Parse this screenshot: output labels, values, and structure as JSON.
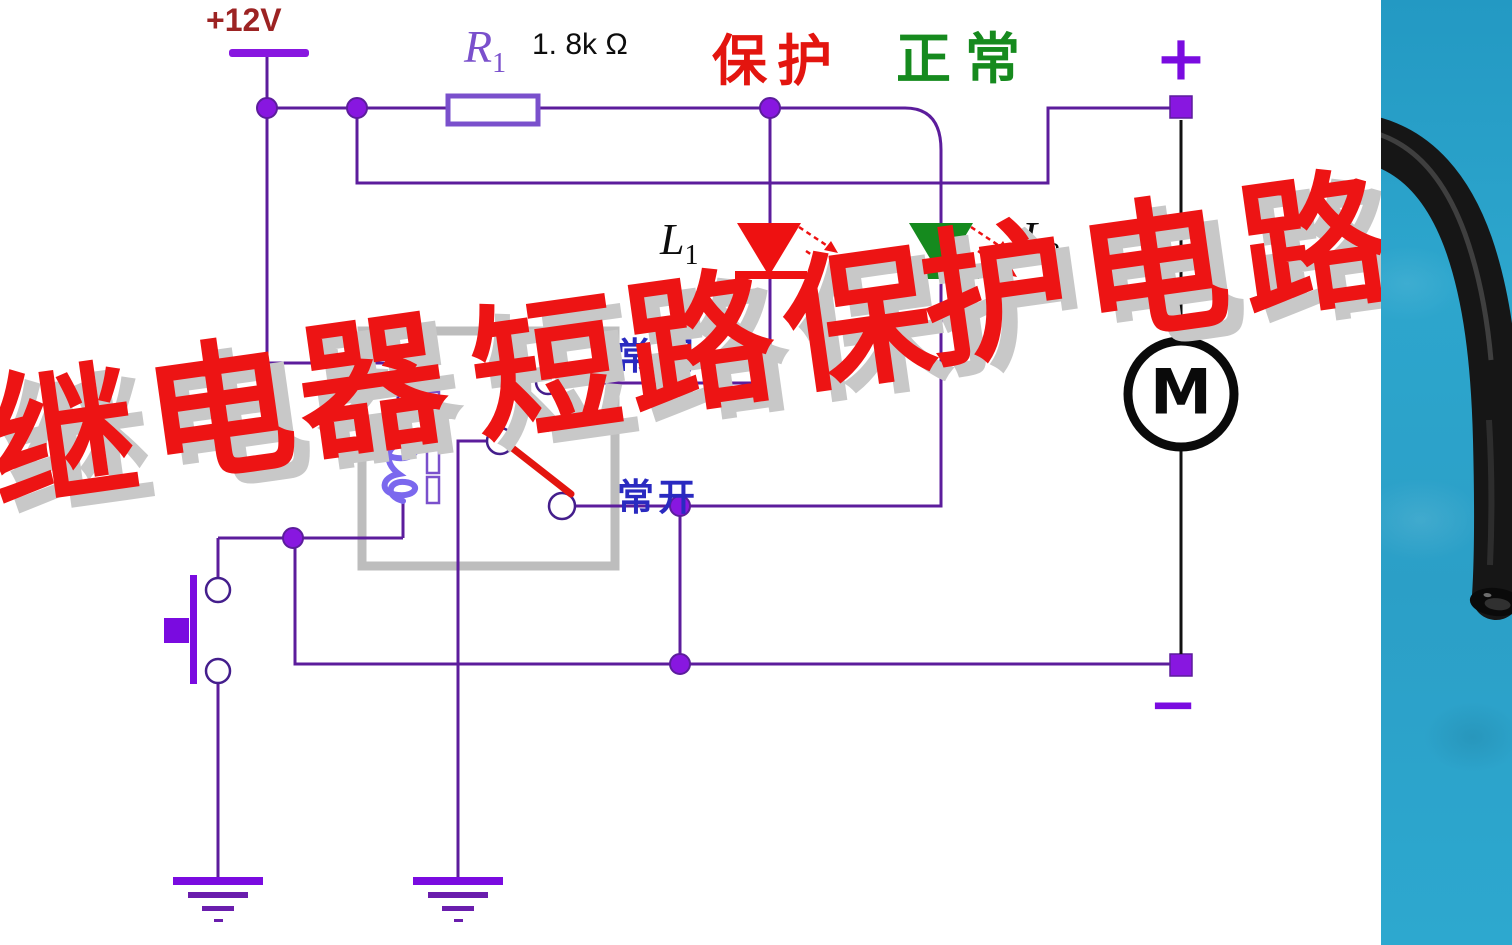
{
  "title": {
    "text": "继电器短路保护电路",
    "chars": [
      "继",
      "电",
      "器",
      "短",
      "路",
      "保",
      "护",
      "电",
      "路"
    ]
  },
  "labels": {
    "power": "+12V",
    "resistor_name": "R",
    "resistor_sub": "1",
    "resistor_value": "1. 8k Ω",
    "status_protect": "保护",
    "status_normal": "正常",
    "led1_name": "L",
    "led1_sub": "1",
    "led2_name": "L",
    "led2_sub": "2",
    "relay_nc": "常闭",
    "relay_no": "常开",
    "motor": "M",
    "terminal_plus": "+",
    "terminal_minus": "−"
  },
  "colors": {
    "wire": "#5c1d9c",
    "node": "#8817e0",
    "accent_light": "#7a50cc",
    "coil": "#7b68ee",
    "box_gray": "#bdbdbd",
    "title_red": "#ed1414",
    "title_shadow": "#c8c8c8",
    "protect_red": "#e3150f",
    "normal_green": "#168a1e",
    "label_blue": "#2a2ac0",
    "power_maroon": "#9c2323",
    "led_red": "#ee1111",
    "led_green": "#158a1e",
    "teal": "#2b9fc7"
  }
}
